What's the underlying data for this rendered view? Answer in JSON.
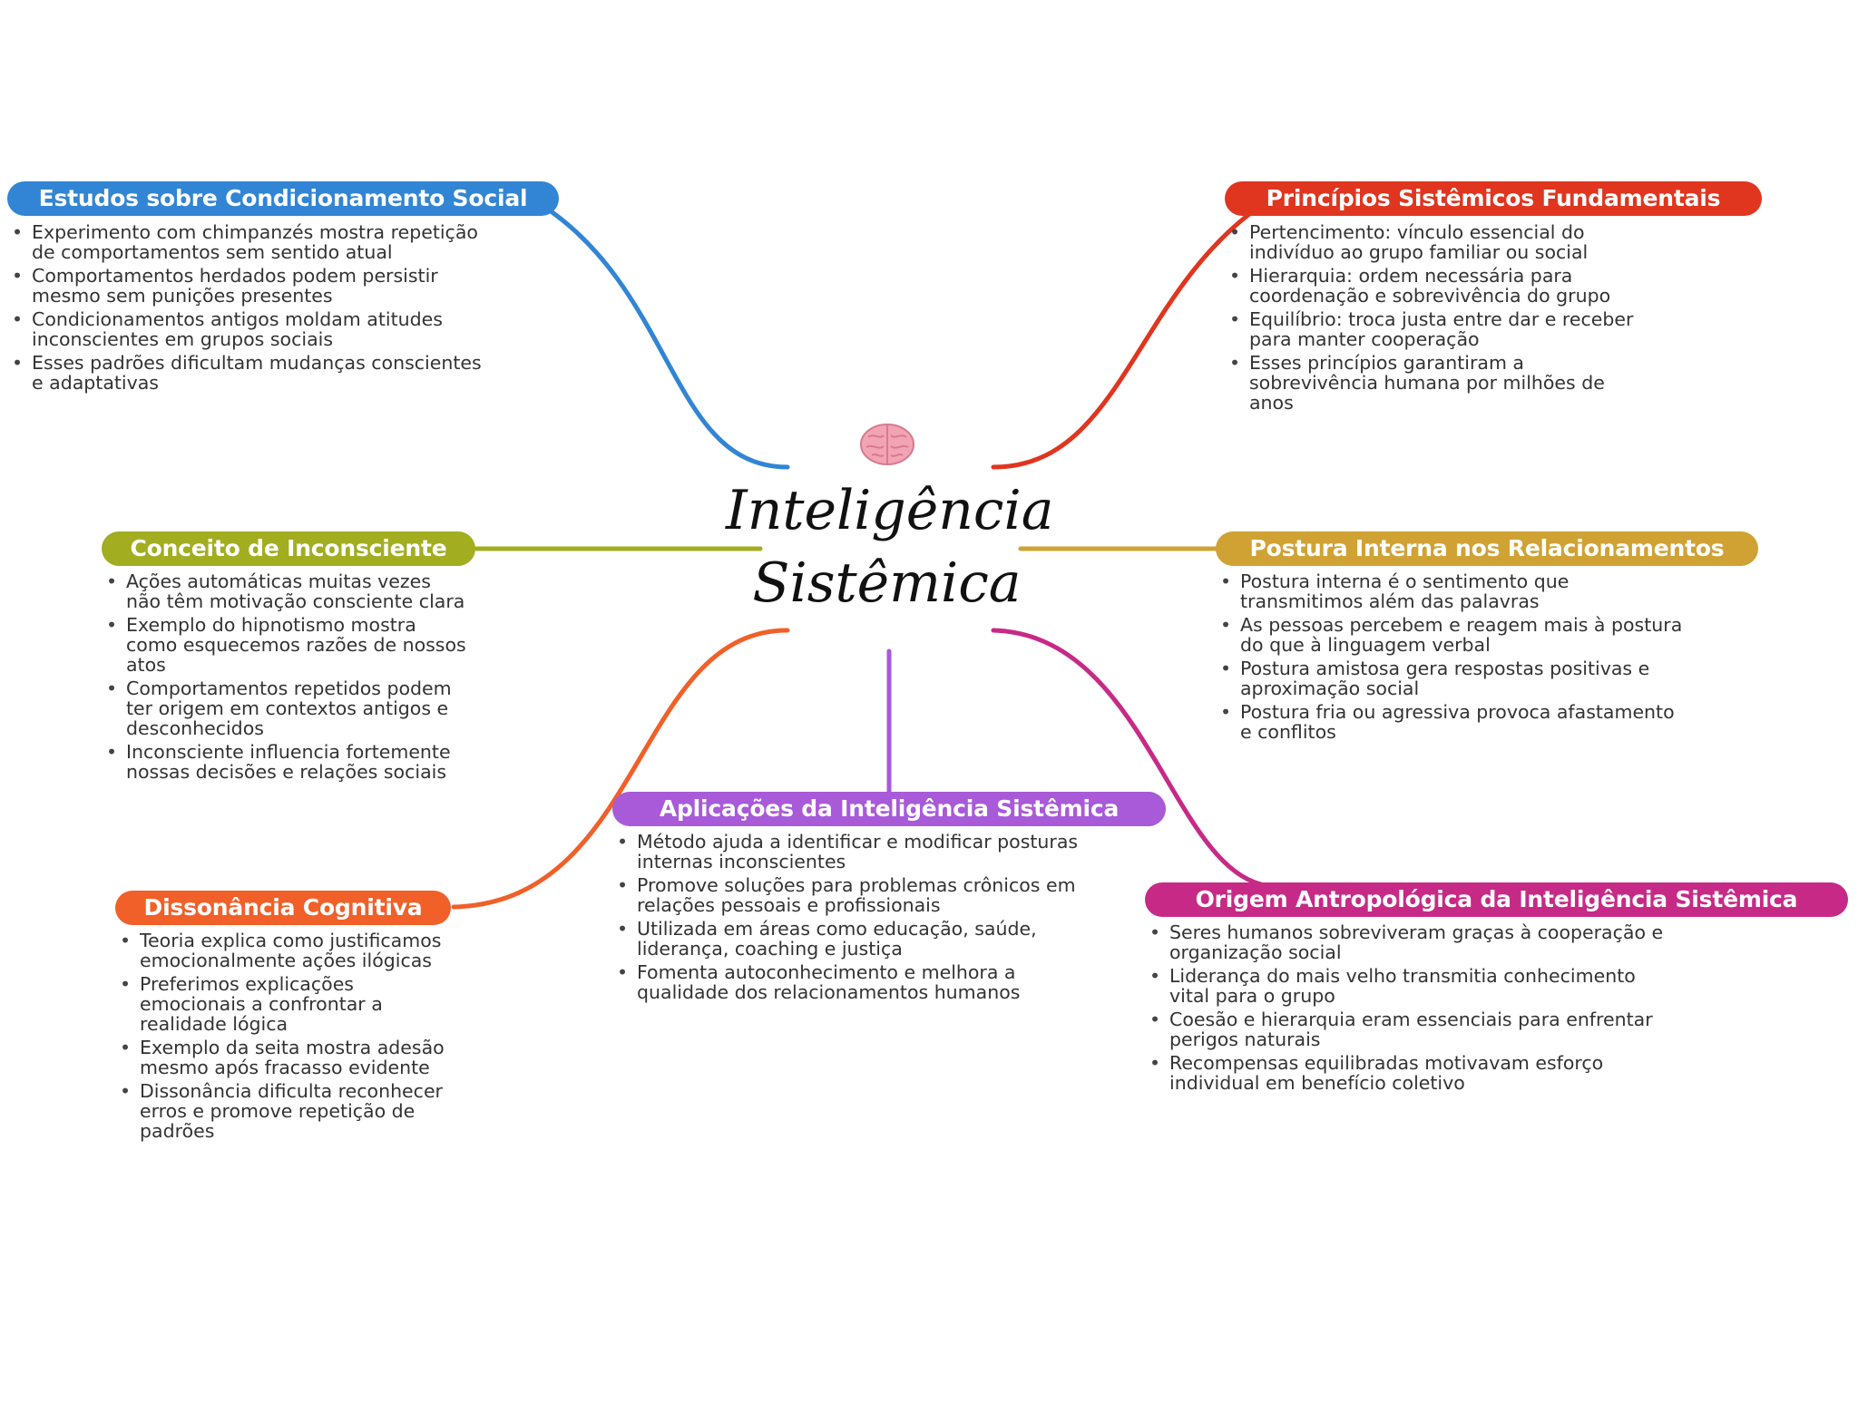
{
  "central": {
    "emoji": "🧠",
    "title_line1": "Inteligência",
    "title_line2": "Sistêmica"
  },
  "colors": {
    "estudos": "#3185d4",
    "principios": "#e0351f",
    "conceito": "#a2ad20",
    "postura": "#cfa233",
    "aplicacoes": "#a85ad8",
    "dissonancia": "#f06028",
    "origem": "#c72a86"
  },
  "branches": {
    "estudos": {
      "title": "Estudos sobre Condicionamento Social",
      "items": [
        "Experimento com chimpanzés mostra repetição de comportamentos sem sentido atual",
        "Comportamentos herdados podem persistir mesmo sem punições presentes",
        "Condicionamentos antigos moldam atitudes inconscientes em grupos sociais",
        "Esses padrões dificultam mudanças conscientes e adaptativas"
      ]
    },
    "principios": {
      "title": "Princípios Sistêmicos Fundamentais",
      "items": [
        "Pertencimento: vínculo essencial do indivíduo ao grupo familiar ou social",
        "Hierarquia: ordem necessária para coordenação e sobrevivência do grupo",
        "Equilíbrio: troca justa entre dar e receber para manter cooperação",
        "Esses princípios garantiram a sobrevivência humana por milhões de anos"
      ]
    },
    "conceito": {
      "title": "Conceito de Inconsciente",
      "items": [
        "Ações automáticas muitas vezes não têm motivação consciente clara",
        "Exemplo do hipnotismo mostra como esquecemos razões de nossos atos",
        "Comportamentos repetidos podem ter origem em contextos antigos e desconhecidos",
        "Inconsciente influencia fortemente nossas decisões e relações sociais"
      ]
    },
    "postura": {
      "title": "Postura Interna nos Relacionamentos",
      "items": [
        "Postura interna é o sentimento que transmitimos além das palavras",
        "As pessoas percebem e reagem mais à postura do que à linguagem verbal",
        "Postura amistosa gera respostas positivas e aproximação social",
        "Postura fria ou agressiva provoca afastamento e conflitos"
      ]
    },
    "aplicacoes": {
      "title": "Aplicações da Inteligência Sistêmica",
      "items": [
        "Método ajuda a identificar e modificar posturas internas inconscientes",
        "Promove soluções para problemas crônicos em relações pessoais e profissionais",
        "Utilizada em áreas como educação, saúde, liderança, coaching e justiça",
        "Fomenta autoconhecimento e melhora a qualidade dos relacionamentos humanos"
      ]
    },
    "dissonancia": {
      "title": "Dissonância Cognitiva",
      "items": [
        "Teoria explica como justificamos emocionalmente ações ilógicas",
        "Preferimos explicações emocionais a confrontar a realidade lógica",
        "Exemplo da seita mostra adesão mesmo após fracasso evidente",
        "Dissonância dificulta reconhecer erros e promove repetição de padrões"
      ]
    },
    "origem": {
      "title": "Origem Antropológica da Inteligência Sistêmica",
      "items": [
        "Seres humanos sobreviveram graças à cooperação e organização social",
        "Liderança do mais velho transmitia conhecimento vital para o grupo",
        "Coesão e hierarquia eram essenciais para enfrentar perigos naturais",
        "Recompensas equilibradas motivavam esforço individual em benefício coletivo"
      ]
    }
  }
}
